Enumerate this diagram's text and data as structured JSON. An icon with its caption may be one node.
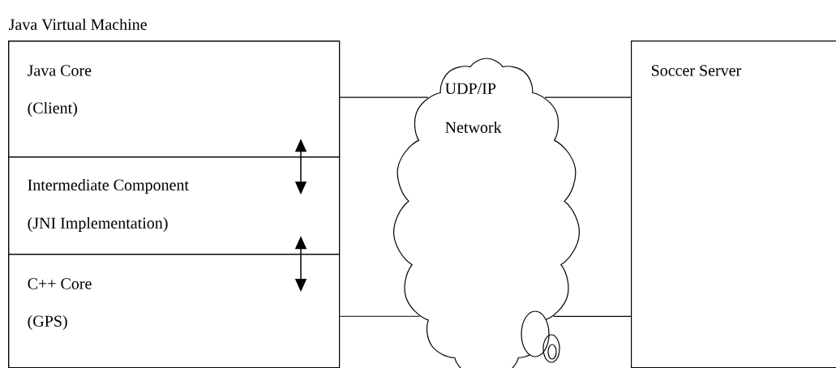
{
  "diagram": {
    "nodes": [
      {
        "text": [
          "Java Virtual Machine"
        ]
      },
      {
        "text": [
          "Java Core",
          "(Client)"
        ],
        "in": 0
      },
      {
        "text": [
          "Intermediate Component",
          "(JNI Implementation)"
        ],
        "in": 0
      },
      {
        "text": [
          "C++ Core",
          "(GPS)"
        ],
        "in": 0
      },
      {
        "text": [
          "UDP/IP Network"
        ]
      },
      {
        "text": [
          "Soccer Server"
        ]
      }
    ],
    "edges": [
      {
        "from": 1,
        "to": 4,
        "arrow": "none"
      },
      {
        "from": 4,
        "to": 5,
        "arrow": "none"
      },
      {
        "from": 3,
        "to": 4,
        "arrow": "none"
      },
      {
        "from": 4,
        "to": 5,
        "arrow": "none"
      },
      {
        "from": 1,
        "to": 2,
        "arrow": "both"
      },
      {
        "from": 2,
        "to": 3,
        "arrow": "both"
      }
    ]
  }
}
